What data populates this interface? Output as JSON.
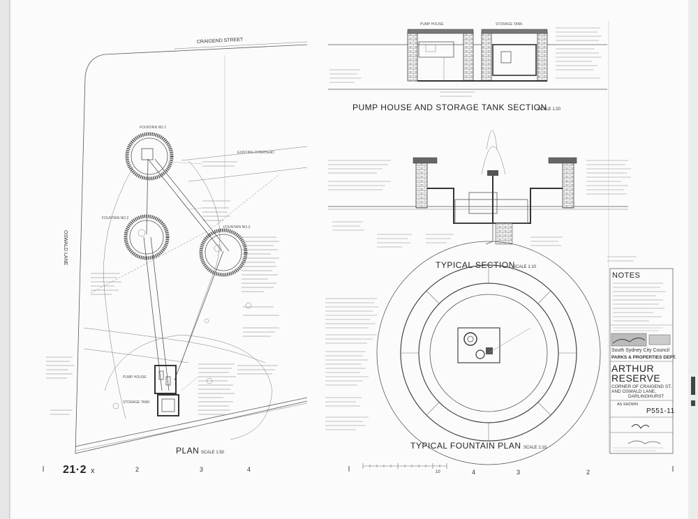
{
  "plan": {
    "street_top": "CRAIGEND STREET",
    "street_left": "OSWALD LANE",
    "fountain_1": "FOUNTAIN NO.1",
    "fountain_2": "FOUNTAIN NO.2",
    "fountain_3": "FOUNTAIN NO.3",
    "existing_overhead": "EXISTING OVERHEAD",
    "pump_house": "PUMP HOUSE",
    "storage_tank": "STORAGE TANK",
    "title": "PLAN",
    "scale": "SCALE 1:50"
  },
  "pump_section": {
    "pump_house": "PUMP HOUSE",
    "storage_tank": "STORAGE TANK",
    "title": "PUMP HOUSE AND STORAGE TANK SECTION",
    "scale": "SCALE 1:20"
  },
  "typical_section": {
    "title": "TYPICAL SECTION",
    "scale": "SCALE 1:10"
  },
  "fountain_plan": {
    "title": "TYPICAL FOUNTAIN PLAN",
    "scale": "SCALE 1:10"
  },
  "title_block": {
    "notes": "NOTES",
    "council": "South Sydney City Council",
    "dept": "PARKS & PROPERTIES DEPT.",
    "project_line1": "ARTHUR",
    "project_line2": "RESERVE",
    "location_line1": "CORNER OF CRAIGEND ST.",
    "location_line2": "AND OSWALD LANE,",
    "location_line3": "DARLINGHURST",
    "scale_label": "AS SHOWN",
    "drawing_number": "P551-11"
  },
  "margin": {
    "sheet_mark": "21·2",
    "x_mark": "x",
    "ruler_numbers": [
      "2",
      "3",
      "4",
      "10",
      "4",
      "3",
      "2"
    ]
  }
}
